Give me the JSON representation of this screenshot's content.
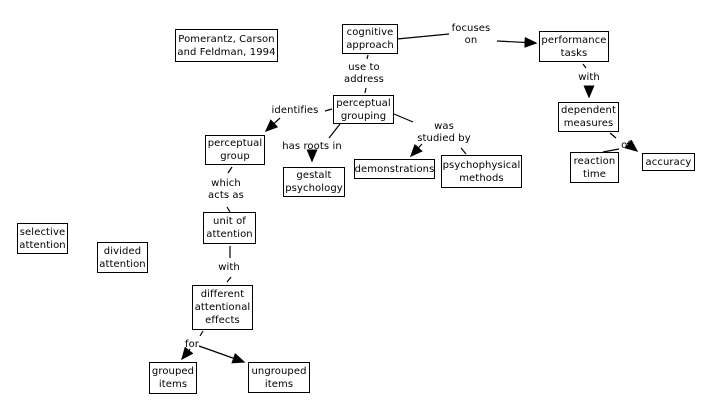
{
  "diagram_type": "concept map",
  "colors": {
    "background": "#ffffff",
    "box_fill": "#ffffff",
    "box_border": "#000000",
    "text": "#000000",
    "line": "#000000"
  },
  "nodes": {
    "pomerantz": {
      "label": "Pomerantz, Carson\nand Feldman, 1994"
    },
    "cognitive_approach": {
      "label": "cognitive\napproach"
    },
    "performance_tasks": {
      "label": "performance\ntasks"
    },
    "perceptual_grouping": {
      "label": "perceptual\ngrouping"
    },
    "dependent_measures": {
      "label": "dependent\nmeasures"
    },
    "perceptual_group": {
      "label": "perceptual\ngroup"
    },
    "gestalt_psychology": {
      "label": "gestalt\npsychology"
    },
    "demonstrations": {
      "label": "demonstrations"
    },
    "psychophysical_methods": {
      "label": "psychophysical\nmethods"
    },
    "reaction_time": {
      "label": "reaction\ntime"
    },
    "accuracy": {
      "label": "accuracy"
    },
    "selective_attention": {
      "label": "selective\nattention"
    },
    "divided_attention": {
      "label": "divided\nattention"
    },
    "unit_of_attention": {
      "label": "unit of\nattention"
    },
    "different_attentional_effects": {
      "label": "different\nattentional\neffects"
    },
    "grouped_items": {
      "label": "grouped\nitems"
    },
    "ungrouped_items": {
      "label": "ungrouped\nitems"
    }
  },
  "link_labels": {
    "focuses_on": "focuses\non",
    "use_to_address": "use to\naddress",
    "identifies": "identifies",
    "has_roots_in": "has roots in",
    "was_studied_by": "was\nstudied by",
    "with_performance": "with",
    "of": "of",
    "which_acts_as": "which\nacts as",
    "with_unit": "with",
    "for": "for"
  }
}
